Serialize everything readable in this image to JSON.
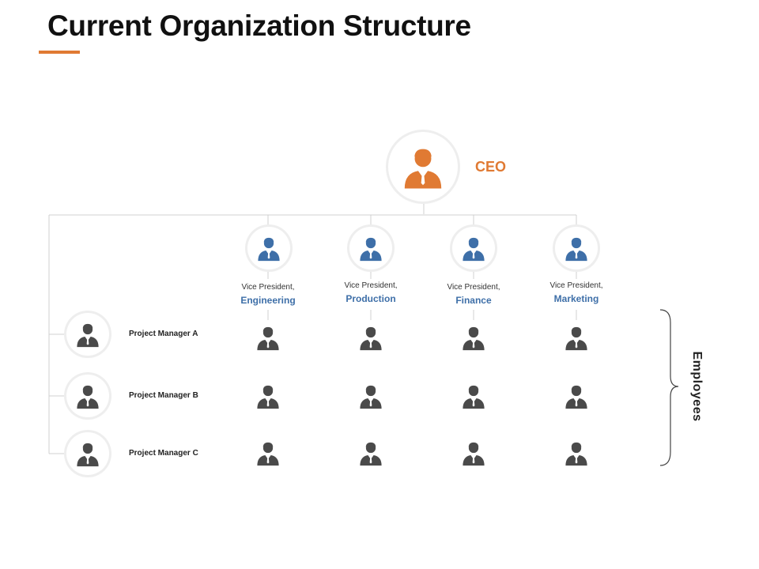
{
  "title": "Current Organization Structure",
  "colors": {
    "accent": "#e07a33",
    "vp_blue": "#3e6fa8",
    "icon_gray": "#4a4a4a",
    "line": "#d0d0d0"
  },
  "icons": {
    "person": "person-icon"
  },
  "ceo": {
    "label": "CEO"
  },
  "vps": [
    {
      "title": "Vice President,",
      "dept": "Engineering"
    },
    {
      "title": "Vice President,",
      "dept": "Production"
    },
    {
      "title": "Vice President,",
      "dept": "Finance"
    },
    {
      "title": "Vice President,",
      "dept": "Marketing"
    }
  ],
  "project_managers": [
    {
      "label": "Project Manager A"
    },
    {
      "label": "Project Manager B"
    },
    {
      "label": "Project Manager C"
    }
  ],
  "employees_label": "Employees"
}
